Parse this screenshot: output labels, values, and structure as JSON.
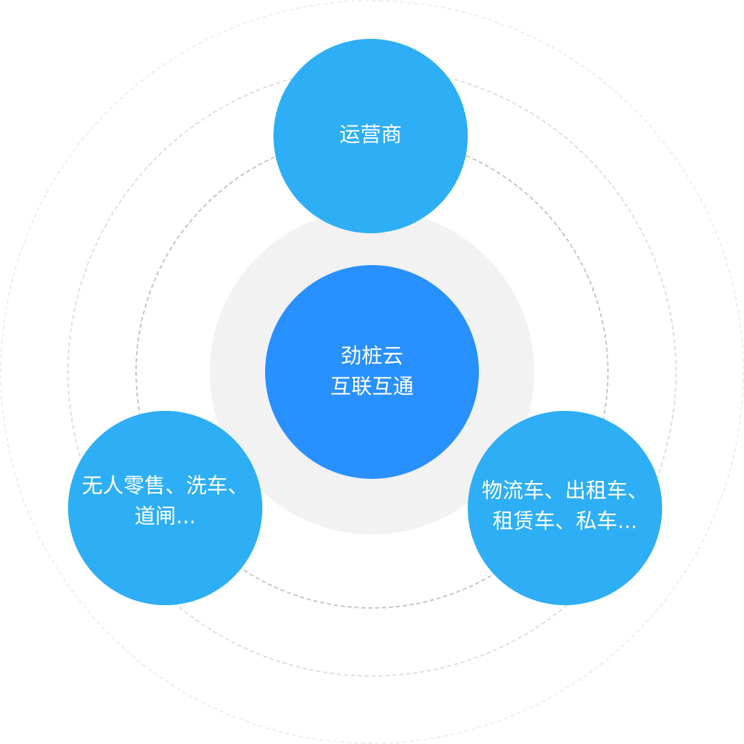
{
  "diagram": {
    "center": {
      "line1": "劲桩云",
      "line2": "互联互通"
    },
    "top": {
      "line1": "运营商"
    },
    "left": {
      "line1": "无人零售、洗车、",
      "line2": "道闸..."
    },
    "right": {
      "line1": "物流车、出租车、",
      "line2": "租赁车、私车..."
    }
  },
  "colors": {
    "center_circle": "#2990ff",
    "satellite_circle": "#2eaef5",
    "halo": "#f2f2f2",
    "text": "#ffffff"
  }
}
